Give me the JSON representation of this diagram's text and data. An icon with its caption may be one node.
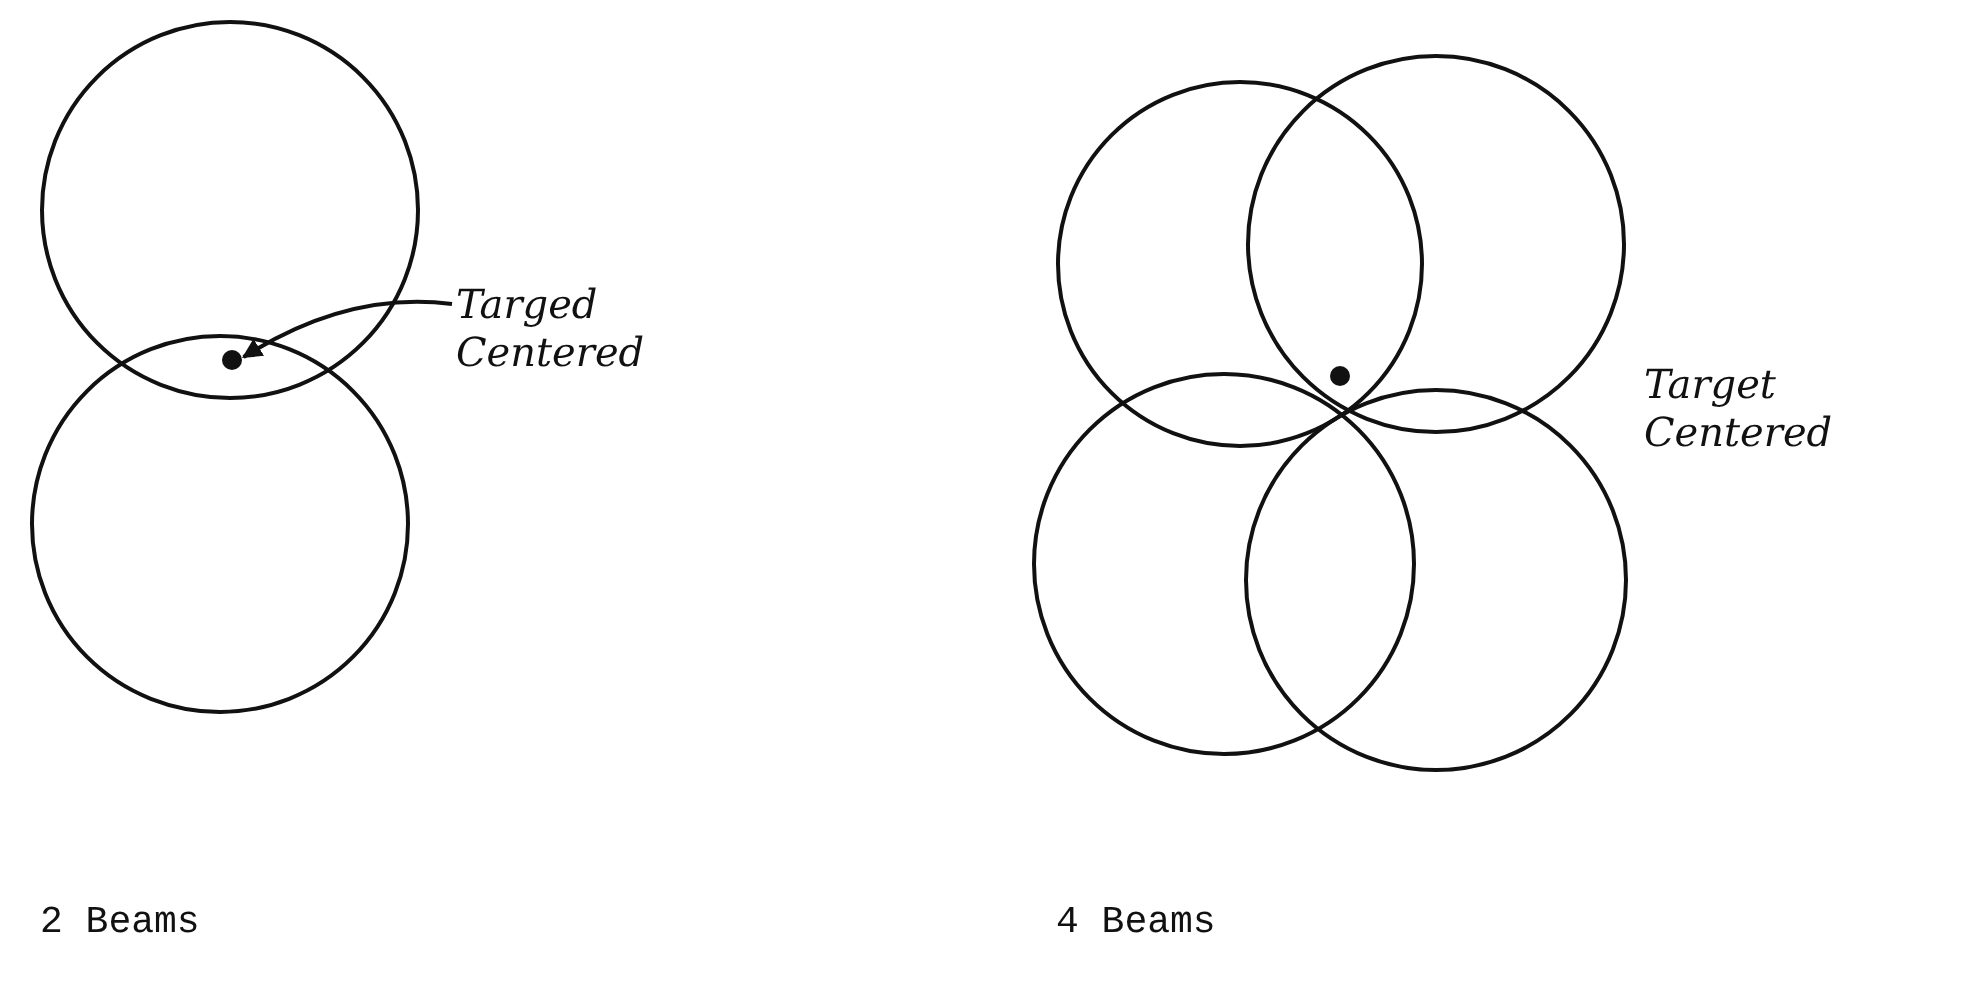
{
  "diagram": {
    "nodes": [
      {
        "text": [],
        "shape": "circle"
      },
      {
        "text": [],
        "shape": "circle"
      },
      {
        "text": [],
        "shape": "circle"
      },
      {
        "text": [
          "Targed Centered"
        ]
      },
      {
        "text": [],
        "shape": "circle"
      },
      {
        "text": [],
        "shape": "circle"
      },
      {
        "text": [],
        "shape": "circle"
      },
      {
        "text": [],
        "shape": "circle"
      },
      {
        "text": [],
        "shape": "circle"
      }
    ],
    "edges": [
      {
        "from": 3,
        "to": 2,
        "arrow": "to"
      }
    ],
    "labels": [
      "Target Centered",
      "2 Beams",
      "4 Beams"
    ]
  }
}
